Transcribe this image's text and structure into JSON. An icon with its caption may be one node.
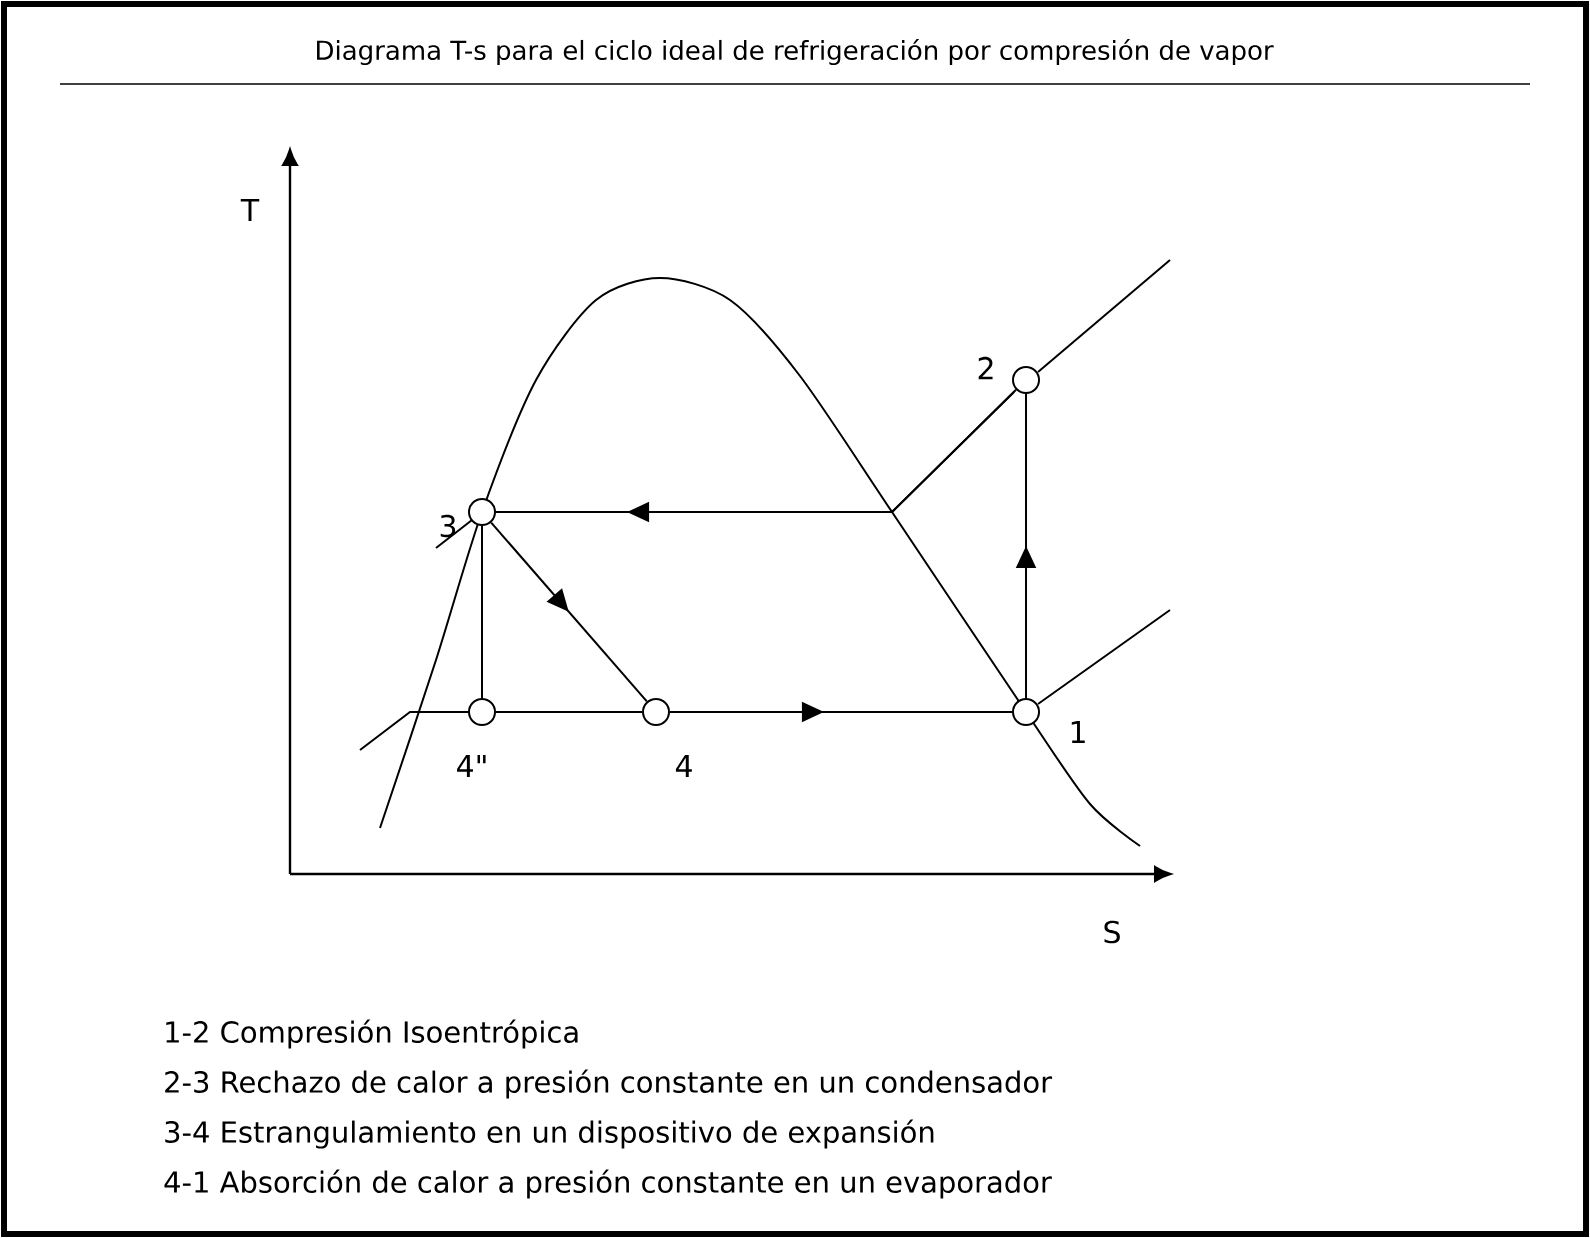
{
  "diagram": {
    "title": "Diagrama T-s para el ciclo ideal de refrigeración por compresión de vapor",
    "nodes": [
      {
        "text": [
          "1"
        ]
      },
      {
        "text": [
          "2"
        ]
      },
      {
        "text": [
          "3"
        ]
      },
      {
        "text": [
          "4"
        ]
      },
      {
        "text": [
          "4\""
        ]
      }
    ],
    "edges": [
      {
        "from": 0,
        "to": 1,
        "arrow": "to"
      },
      {
        "from": 1,
        "to": 2,
        "arrow": "to"
      },
      {
        "from": 2,
        "to": 3,
        "arrow": "to"
      },
      {
        "from": 3,
        "to": 0,
        "arrow": "to"
      },
      {
        "from": 2,
        "to": 4,
        "arrow": "none"
      },
      {
        "from": 4,
        "to": 3,
        "arrow": "none"
      }
    ],
    "labels": [
      "T",
      "S",
      "1-2 Compresión Isoentrópica",
      "2-3 Rechazo de calor a presión constante en un condensador",
      "3-4 Estrangulamiento en un dispositivo de expansión",
      "4-1 Absorción  de calor a presión constante en un evaporador"
    ]
  }
}
